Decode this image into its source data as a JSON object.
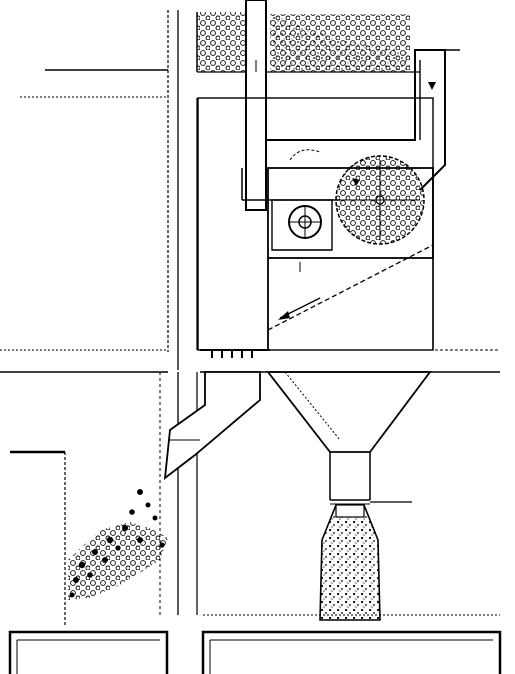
{
  "figure": {
    "ink_color": "#000000",
    "paper_color": "#ffffff",
    "fill_style": "stippled lumps (coal/granular material)",
    "parts": {
      "upper_material_bin": "upper-material-bin",
      "feed_chute": "feed-chute",
      "crusher_drum": "crusher-drum",
      "fan_blower": "fan-blower",
      "separator_housing": "separator-housing",
      "collection_hopper": "collection-hopper",
      "output_bag": "output-bag",
      "discharge_chute": "discharge-chute",
      "material_pile": "material-pile",
      "floor_beams": "floor-beams"
    }
  }
}
